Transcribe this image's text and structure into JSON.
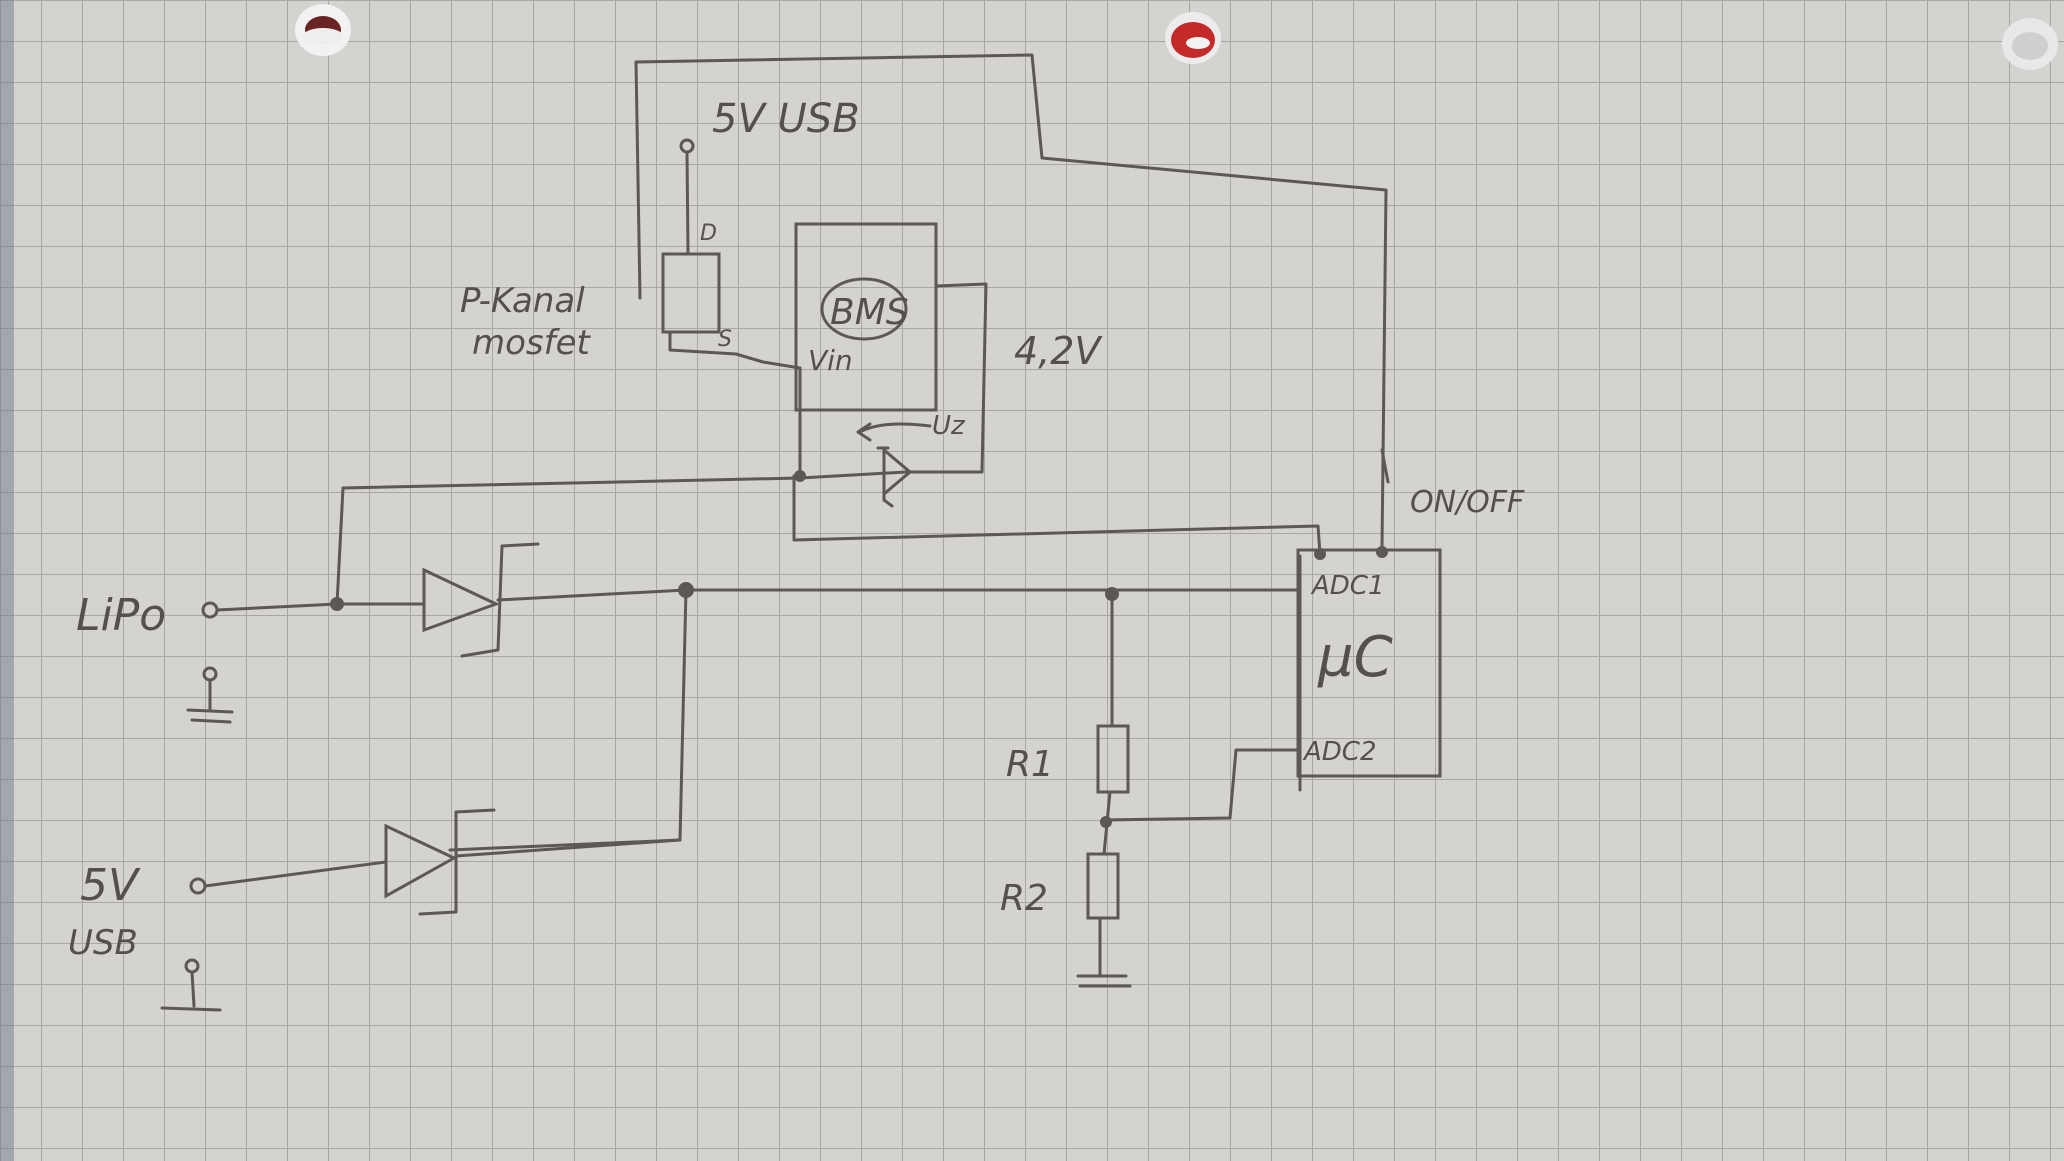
{
  "labels": {
    "usb_top": "5V USB",
    "mosfet_line1": "P-Kanal",
    "mosfet_line2": "mosfet",
    "mosfet_gate": "D",
    "mosfet_source": "S",
    "bms": "BMS",
    "bms_vin": "Vin",
    "voltage": "4,2V",
    "zener_voltage": "Uz",
    "on_off": "ON/OFF",
    "lipo": "LiPo",
    "usb_bottom_line1": "5V",
    "usb_bottom_line2": "USB",
    "mcu": "µC",
    "adc1": "ADC1",
    "adc2": "ADC2",
    "r1": "R1",
    "r2": "R2"
  },
  "colors": {
    "paper": "#d4d3d0",
    "grid": "#a9a7a4",
    "ink": "#5c5856",
    "punch_hole_red": "#c42a2a"
  }
}
